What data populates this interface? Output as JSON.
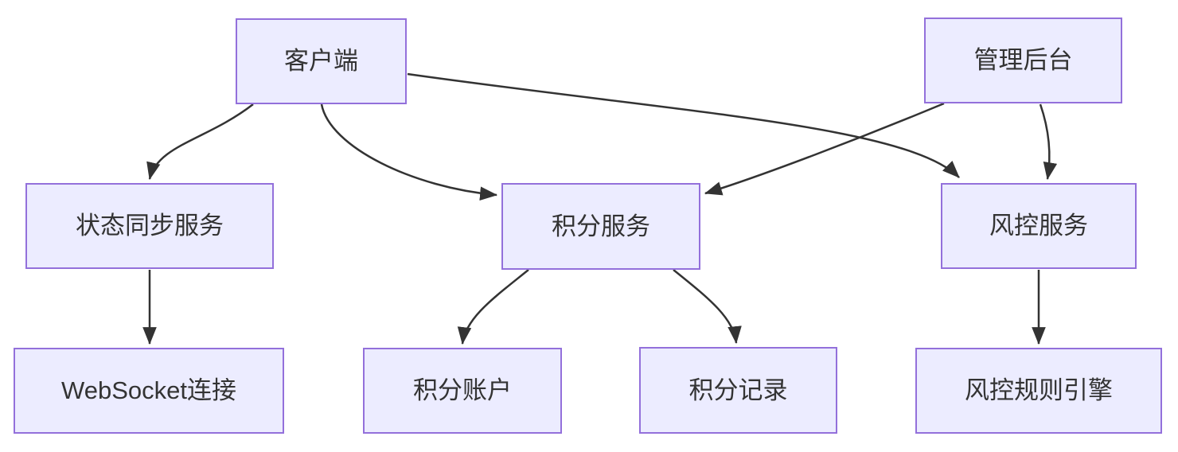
{
  "diagram": {
    "type": "flowchart",
    "direction": "top-down",
    "colors": {
      "background": "#ffffff",
      "node_fill": "#ececff",
      "node_border": "#9370db",
      "edge": "#333333",
      "text": "#333333"
    },
    "nodes": [
      {
        "id": "client",
        "label": "客户端"
      },
      {
        "id": "admin-backend",
        "label": "管理后台"
      },
      {
        "id": "state-sync-service",
        "label": "状态同步服务"
      },
      {
        "id": "points-service",
        "label": "积分服务"
      },
      {
        "id": "risk-service",
        "label": "风控服务"
      },
      {
        "id": "websocket-connection",
        "label": "WebSocket连接"
      },
      {
        "id": "points-account",
        "label": "积分账户"
      },
      {
        "id": "points-record",
        "label": "积分记录"
      },
      {
        "id": "risk-rule-engine",
        "label": "风控规则引擎"
      }
    ],
    "edges": [
      {
        "from": "client",
        "to": "state-sync-service"
      },
      {
        "from": "client",
        "to": "points-service"
      },
      {
        "from": "client",
        "to": "risk-service"
      },
      {
        "from": "admin-backend",
        "to": "points-service"
      },
      {
        "from": "admin-backend",
        "to": "risk-service"
      },
      {
        "from": "state-sync-service",
        "to": "websocket-connection"
      },
      {
        "from": "points-service",
        "to": "points-account"
      },
      {
        "from": "points-service",
        "to": "points-record"
      },
      {
        "from": "risk-service",
        "to": "risk-rule-engine"
      }
    ]
  }
}
